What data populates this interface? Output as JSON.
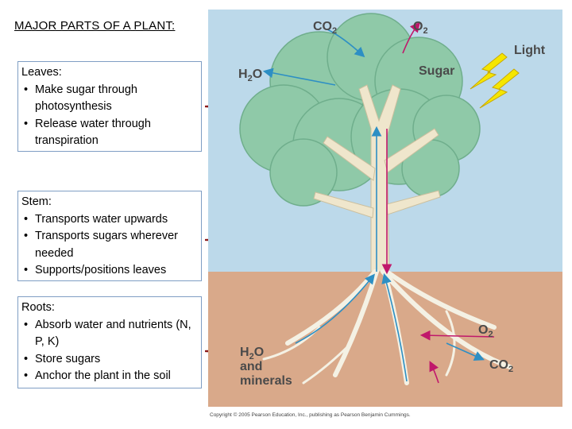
{
  "title": "MAJOR PARTS OF A PLANT:",
  "sections": {
    "leaves": {
      "heading": "Leaves:",
      "items": [
        "Make sugar through photosynthesis",
        "Release water through transpiration"
      ]
    },
    "stem": {
      "heading": "Stem:",
      "items": [
        "Transports water upwards",
        "Transports sugars wherever needed",
        "Supports/positions leaves"
      ]
    },
    "roots": {
      "heading": "Roots:",
      "items": [
        "Absorb water and nutrients (N, P, K)",
        "Store sugars",
        "Anchor the plant in the soil"
      ]
    }
  },
  "diagram": {
    "labels": {
      "co2_top": "CO",
      "co2_top_sub": "2",
      "o2_top": "O",
      "o2_top_sub": "2",
      "light": "Light",
      "h2o_top": "H",
      "h2o_top_sub": "2",
      "h2o_top_end": "O",
      "sugar": "Sugar",
      "o2_root": "O",
      "o2_root_sub": "2",
      "co2_root": "CO",
      "co2_root_sub": "2",
      "h2o_root": "H",
      "h2o_root_sub": "2",
      "h2o_root_end": "O",
      "and": "and",
      "minerals": "minerals"
    },
    "copyright": "Copyright © 2005 Pearson Education, Inc., publishing as Pearson Benjamin Cummings.",
    "colors": {
      "sky": "#bcd9ea",
      "soil": "#d9a98a",
      "foliage": "#8fc9a8",
      "trunk": "#efe6cc",
      "water_arrow": "#2d8fc4",
      "sugar_arrow": "#c0186b",
      "bracket": "#8b1a1a",
      "lightning": "#f5e600"
    }
  }
}
